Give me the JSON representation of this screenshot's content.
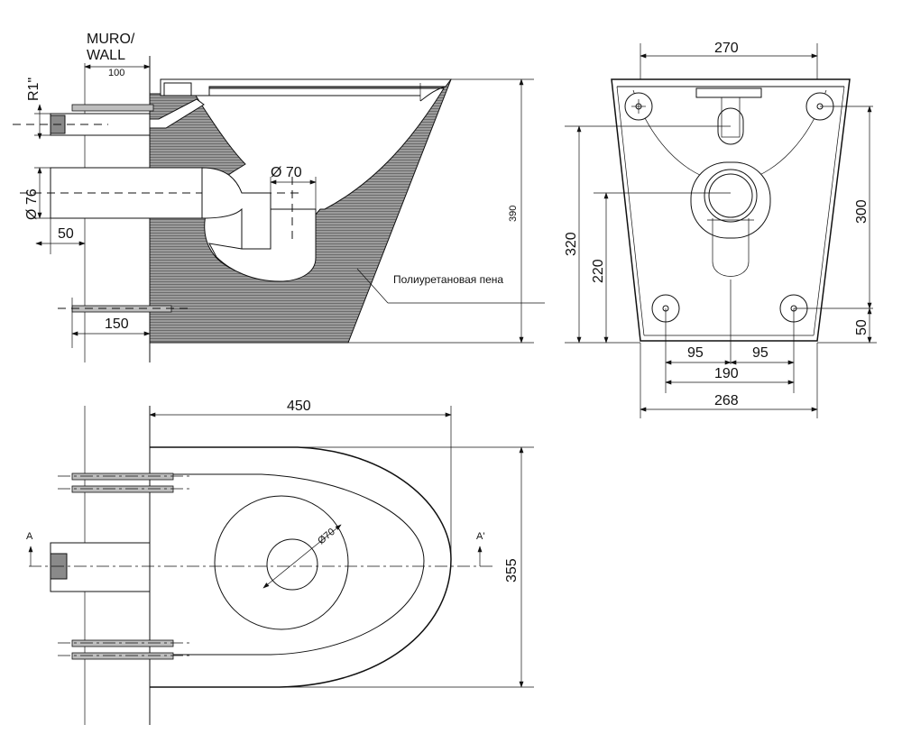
{
  "labels": {
    "wall_line1": "MURO/",
    "wall_line2": "WALL",
    "foam": "Полиуретановая пена",
    "section_a_left": "A",
    "section_a_right": "A'"
  },
  "side_view": {
    "wall_thickness": "100",
    "thread": "R1\"",
    "outlet_diameter": "Ø 76",
    "outlet_projection": "50",
    "bolt_projection": "150",
    "trap_diameter": "Ø 70",
    "height": "390"
  },
  "rear_view": {
    "top_width": "270",
    "height_overall": "320",
    "height_outlet": "220",
    "height_upper_holes": "300",
    "height_lower_holes": "50",
    "half_spacing_left": "95",
    "half_spacing_right": "95",
    "lower_hole_spacing": "190",
    "bottom_width": "268"
  },
  "top_view": {
    "depth": "450",
    "width": "355",
    "inner_diameter": "Ø70"
  }
}
